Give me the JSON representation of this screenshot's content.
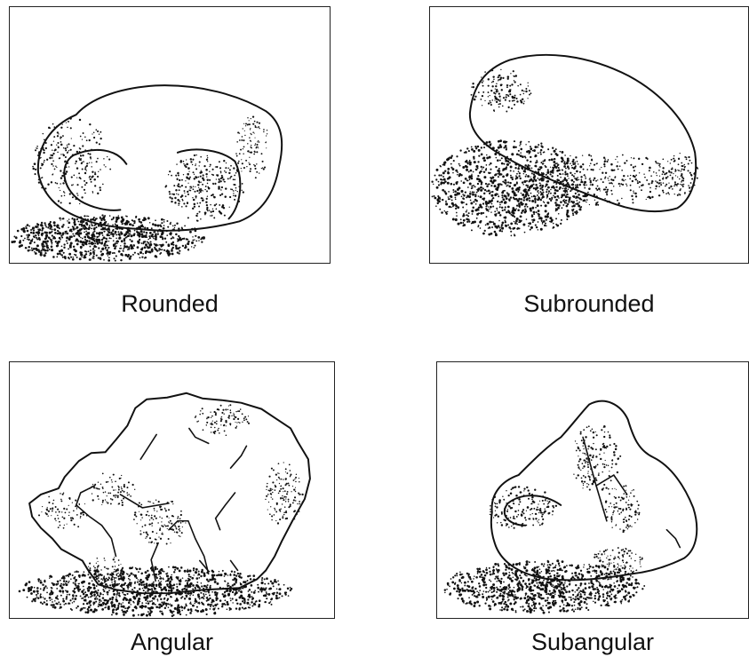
{
  "panels": [
    {
      "key": "rounded",
      "label": "Rounded"
    },
    {
      "key": "subrounded",
      "label": "Subrounded"
    },
    {
      "key": "angular",
      "label": "Angular"
    },
    {
      "key": "subangular",
      "label": "Subangular"
    }
  ],
  "colors": {
    "ink": "#111111",
    "frame": "#222222",
    "background": "#ffffff"
  }
}
